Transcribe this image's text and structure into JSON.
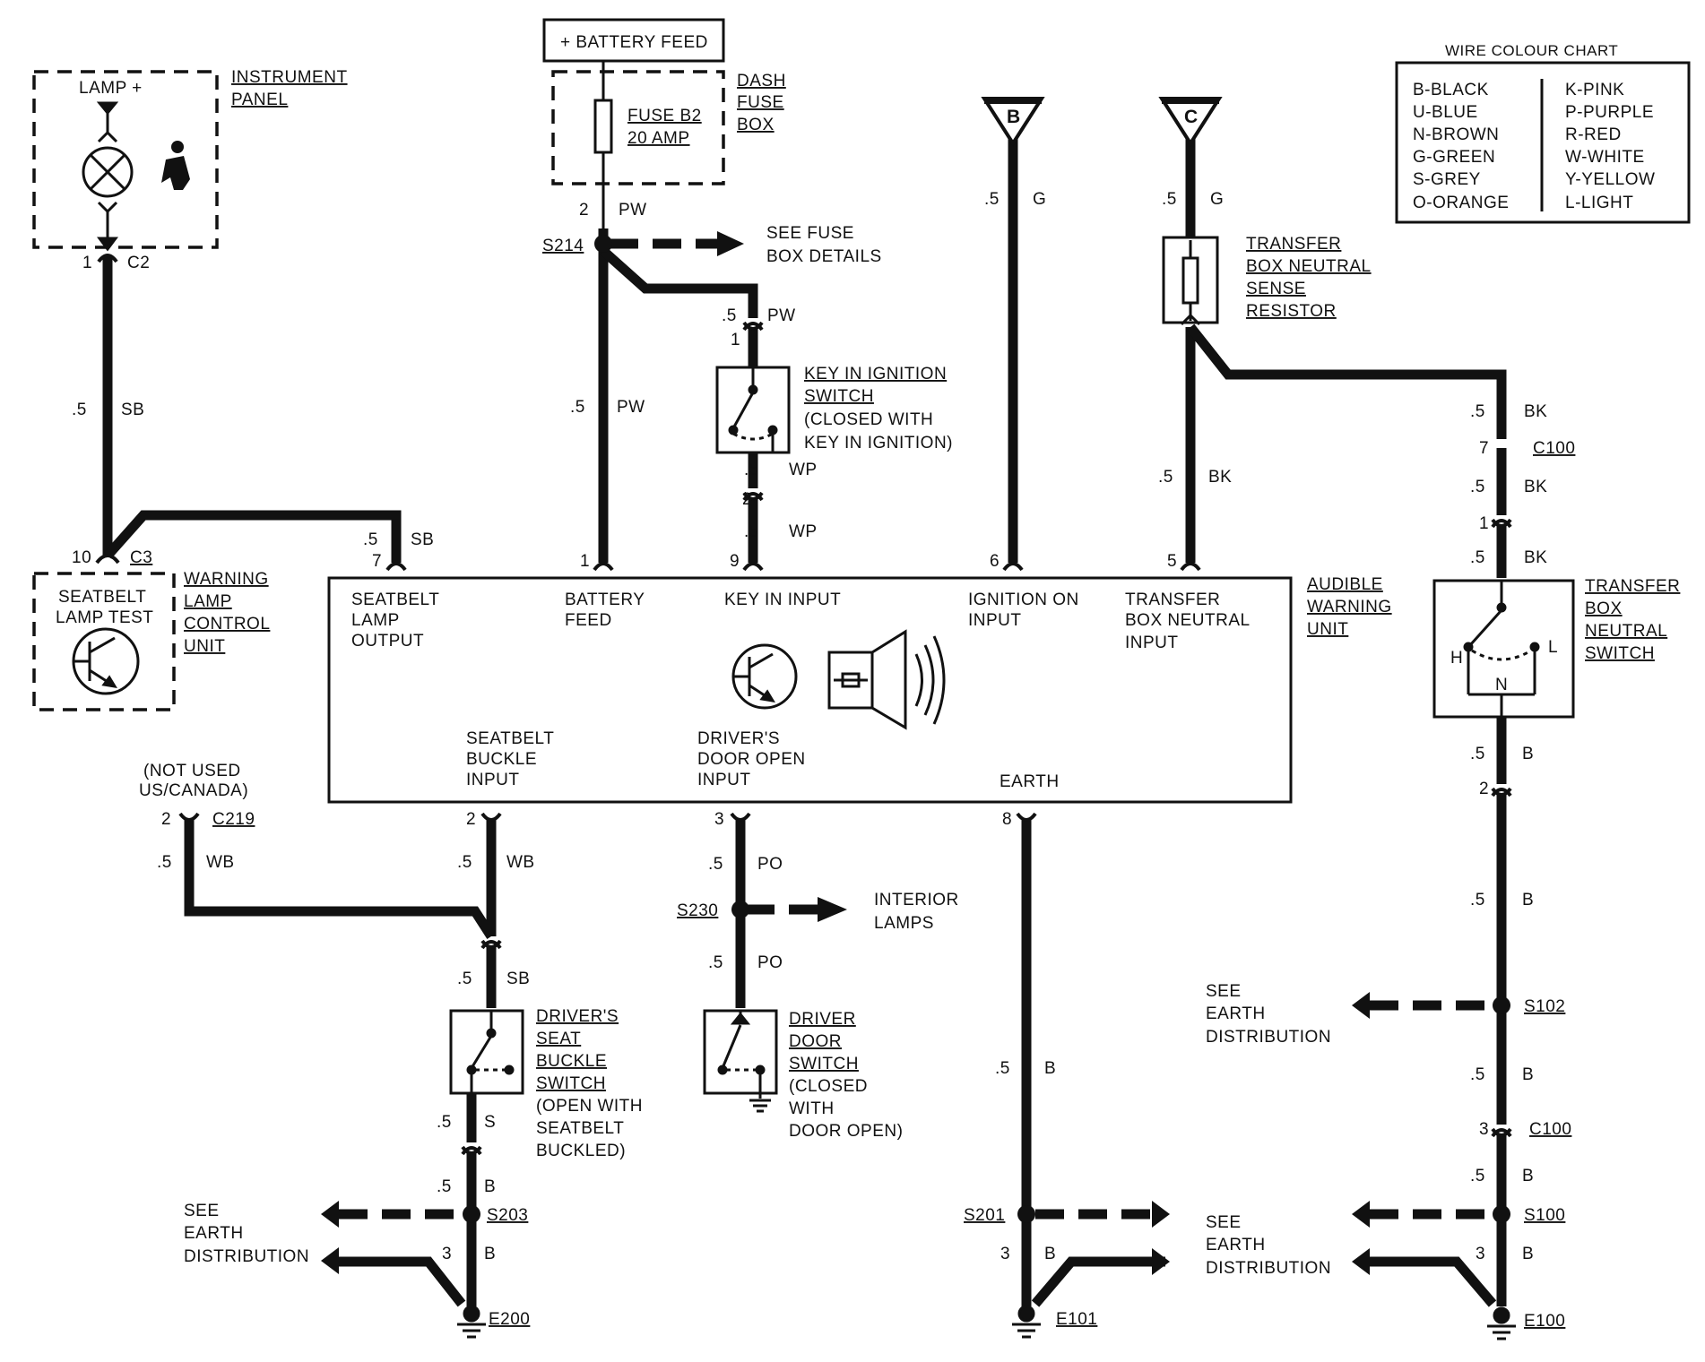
{
  "battery_feed_label": "+ BATTERY FEED",
  "color_chart": {
    "title": "WIRE COLOUR CHART",
    "left": [
      "B-BLACK",
      "U-BLUE",
      "N-BROWN",
      "G-GREEN",
      "S-GREY",
      "O-ORANGE"
    ],
    "right": [
      "K-PINK",
      "P-PURPLE",
      "R-RED",
      "W-WHITE",
      "Y-YELLOW",
      "L-LIGHT"
    ]
  },
  "instrument_panel": {
    "lamp": "LAMP +",
    "label": [
      "INSTRUMENT",
      "PANEL"
    ],
    "pin": "1",
    "conn": "C2"
  },
  "dash_fuse_box": {
    "label": [
      "DASH",
      "FUSE",
      "BOX"
    ],
    "fuse": [
      "FUSE B2",
      "20 AMP"
    ]
  },
  "splices": {
    "s214": "S214",
    "s230": "S230",
    "s203": "S203",
    "s201": "S201",
    "s102": "S102",
    "s100": "S100"
  },
  "see_fuse_box": [
    "SEE FUSE",
    "BOX DETAILS"
  ],
  "interior_lamps": [
    "INTERIOR",
    "LAMPS"
  ],
  "connector_b": "B",
  "connector_c": "C",
  "transfer_resistor": [
    "TRANSFER",
    "BOX NEUTRAL",
    "SENSE",
    "RESISTOR"
  ],
  "key_switch": {
    "title": [
      "KEY IN IGNITION",
      "SWITCH"
    ],
    "note": [
      "(CLOSED WITH",
      "KEY IN IGNITION)"
    ]
  },
  "warning_lamp": {
    "test": [
      "SEATBELT",
      "LAMP TEST"
    ],
    "label": [
      "WARNING",
      "LAMP",
      "CONTROL",
      "UNIT"
    ],
    "pin": "10",
    "conn": "C3"
  },
  "audible_unit": {
    "label": [
      "AUDIBLE",
      "WARNING",
      "UNIT"
    ],
    "inputs_top": [
      [
        "SEATBELT",
        "LAMP",
        "OUTPUT"
      ],
      [
        "BATTERY",
        "FEED"
      ],
      [
        "KEY IN INPUT"
      ],
      [
        "IGNITION ON",
        "INPUT"
      ],
      [
        "TRANSFER",
        "BOX NEUTRAL",
        "INPUT"
      ]
    ],
    "inputs_bottom": [
      [
        "SEATBELT",
        "BUCKLE",
        "INPUT"
      ],
      [
        "DRIVER'S",
        "DOOR OPEN",
        "INPUT"
      ],
      [
        "EARTH"
      ]
    ],
    "pins": {
      "p7": "7",
      "p1": "1",
      "p9": "9",
      "p6": "6",
      "p5": "5",
      "p2": "2",
      "p3": "3",
      "p8": "8"
    }
  },
  "transfer_switch": {
    "label": [
      "TRANSFER",
      "BOX",
      "NEUTRAL",
      "SWITCH"
    ],
    "h": "H",
    "l": "L",
    "n": "N"
  },
  "not_used": [
    "(NOT USED",
    "US/CANADA)"
  ],
  "c219": {
    "pin": "2",
    "conn": "C219"
  },
  "seat_buckle": {
    "label": [
      "DRIVER'S",
      "SEAT",
      "BUCKLE",
      "SWITCH"
    ],
    "note": [
      "(OPEN WITH",
      "SEATBELT",
      "BUCKLED)"
    ]
  },
  "door_switch": {
    "label": [
      "DRIVER",
      "DOOR",
      "SWITCH"
    ],
    "note": [
      "(CLOSED",
      "WITH",
      "DOOR OPEN)"
    ]
  },
  "c100": {
    "pin_top": "7",
    "pin_top2": "1",
    "conn": "C100",
    "pin_bottom": "3"
  },
  "ts_pin": "2",
  "see_earth": [
    "SEE",
    "EARTH",
    "DISTRIBUTION"
  ],
  "grounds": {
    "e200": "E200",
    "e101": "E101",
    "e100": "E100"
  },
  "wires": {
    "w_sb1": [
      ".5",
      "SB"
    ],
    "w_sb2": [
      ".5",
      "SB"
    ],
    "w_pw1": [
      "2",
      "PW"
    ],
    "w_pw2": [
      ".5",
      "PW"
    ],
    "w_pw3": [
      ".5",
      "PW"
    ],
    "w_pw_pin": "1",
    "w_wp1": [
      ".5",
      "WP"
    ],
    "w_wp_pin": "2",
    "w_wp2": [
      ".5",
      "WP"
    ],
    "w_g1": [
      ".5",
      "G"
    ],
    "w_g2": [
      ".5",
      "G"
    ],
    "w_bk_main": [
      ".5",
      "BK"
    ],
    "w_bk1": [
      ".5",
      "BK"
    ],
    "w_bk2": [
      ".5",
      "BK"
    ],
    "w_bk3": [
      ".5",
      "BK"
    ],
    "w_wb1": [
      ".5",
      "WB"
    ],
    "w_wb2": [
      ".5",
      "WB"
    ],
    "w_sb3": [
      ".5",
      "SB"
    ],
    "w_s": [
      ".5",
      "S"
    ],
    "w_b203": [
      ".5",
      "B"
    ],
    "w_b3_203": [
      "3",
      "B"
    ],
    "w_po1": [
      ".5",
      "PO"
    ],
    "w_po2": [
      ".5",
      "PO"
    ],
    "w_b201": [
      ".5",
      "B"
    ],
    "w_b3_201": [
      "3",
      "B"
    ],
    "w_b_ts": [
      ".5",
      "B"
    ],
    "w_b_mid": [
      ".5",
      "B"
    ],
    "w_b_c100": [
      ".5",
      "B"
    ],
    "w_b_c100b": [
      ".5",
      "B"
    ],
    "w_b3_100": [
      "3",
      "B"
    ]
  }
}
